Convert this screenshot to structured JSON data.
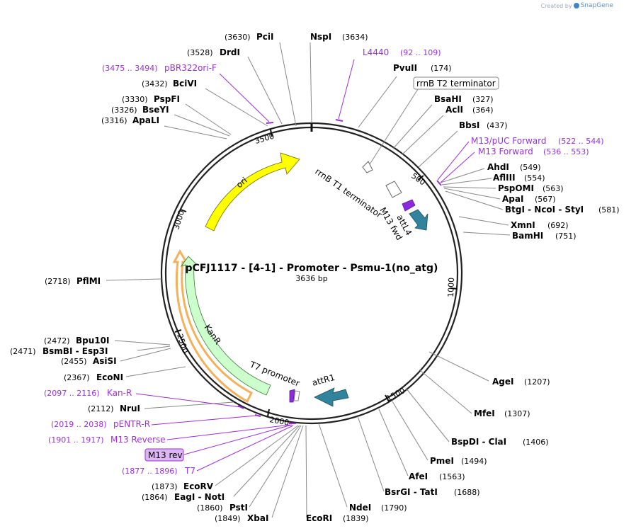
{
  "watermark": {
    "prefix": "Created by",
    "brand": "SnapGene"
  },
  "plasmid": {
    "name": "pCFJ1117 - [4-1] - Promoter - Psmu-1(no_atg)",
    "size_label": "3636 bp",
    "length": 3636
  },
  "ticks": [
    "500",
    "1000",
    "1500",
    "2000",
    "2500",
    "3000",
    "3500"
  ],
  "sites": [
    {
      "name": "PciI",
      "pos": "(3630)"
    },
    {
      "name": "NspI",
      "pos": "(3634)"
    },
    {
      "name": "DrdI",
      "pos": "(3528)"
    },
    {
      "name": "BciVI",
      "pos": "(3432)"
    },
    {
      "name": "PspFI",
      "pos": "(3330)"
    },
    {
      "name": "BseYI",
      "pos": "(3326)"
    },
    {
      "name": "ApaLI",
      "pos": "(3316)"
    },
    {
      "name": "PvuII",
      "pos": "(174)"
    },
    {
      "name": "BsaHI",
      "pos": "(327)"
    },
    {
      "name": "AclI",
      "pos": "(364)"
    },
    {
      "name": "BbsI",
      "pos": "(437)"
    },
    {
      "name": "AhdI",
      "pos": "(549)"
    },
    {
      "name": "AflIII",
      "pos": "(554)"
    },
    {
      "name": "PspOMI",
      "pos": "(563)"
    },
    {
      "name": "ApaI",
      "pos": "(567)"
    },
    {
      "name": "BtgI - NcoI - StyI",
      "pos": "(581)"
    },
    {
      "name": "XmnI",
      "pos": "(692)"
    },
    {
      "name": "BamHI",
      "pos": "(751)"
    },
    {
      "name": "PflMI",
      "pos": "(2718)"
    },
    {
      "name": "Bpu10I",
      "pos": "(2472)"
    },
    {
      "name": "BsmBI - Esp3I",
      "pos": "(2471)"
    },
    {
      "name": "AsiSI",
      "pos": "(2455)"
    },
    {
      "name": "EcoNI",
      "pos": "(2367)"
    },
    {
      "name": "NruI",
      "pos": "(2112)"
    },
    {
      "name": "AgeI",
      "pos": "(1207)"
    },
    {
      "name": "MfeI",
      "pos": "(1307)"
    },
    {
      "name": "BspDI - ClaI",
      "pos": "(1406)"
    },
    {
      "name": "PmeI",
      "pos": "(1494)"
    },
    {
      "name": "AfeI",
      "pos": "(1563)"
    },
    {
      "name": "BsrGI - TatI",
      "pos": "(1688)"
    },
    {
      "name": "NdeI",
      "pos": "(1790)"
    },
    {
      "name": "EcoRI",
      "pos": "(1839)"
    },
    {
      "name": "XbaI",
      "pos": "(1849)"
    },
    {
      "name": "PstI",
      "pos": "(1860)"
    },
    {
      "name": "EagI - NotI",
      "pos": "(1864)"
    },
    {
      "name": "EcoRV",
      "pos": "(1873)"
    }
  ],
  "primers": [
    {
      "name": "L4440",
      "pos": "(92 .. 109)"
    },
    {
      "name": "pBR322ori-F",
      "pos": "(3475 .. 3494)"
    },
    {
      "name": "M13/pUC Forward",
      "pos": "(522 .. 544)"
    },
    {
      "name": "M13 Forward",
      "pos": "(536 .. 553)"
    },
    {
      "name": "Kan-R",
      "pos": "(2097 .. 2116)"
    },
    {
      "name": "pENTR-R",
      "pos": "(2019 .. 2038)"
    },
    {
      "name": "M13 Reverse",
      "pos": "(1901 .. 1917)"
    },
    {
      "name": "T7",
      "pos": "(1877 .. 1896)"
    }
  ],
  "boxed_labels": {
    "terminator": "rrnB T2 terminator",
    "m13rev": "M13 rev"
  },
  "features": {
    "ori": "ori",
    "kanr": "KanR",
    "rrnb_t1": "rrnB T1 terminator",
    "m13fwd": "M13 fwd",
    "attl4": "attL4",
    "t7prom": "T7 promoter",
    "attr1": "attR1"
  },
  "colors": {
    "ori": "#ffff00",
    "kanr": "#ccffcc",
    "att": "#31849b",
    "primer": "#9b30d9",
    "highlight": "#f2b15a"
  }
}
